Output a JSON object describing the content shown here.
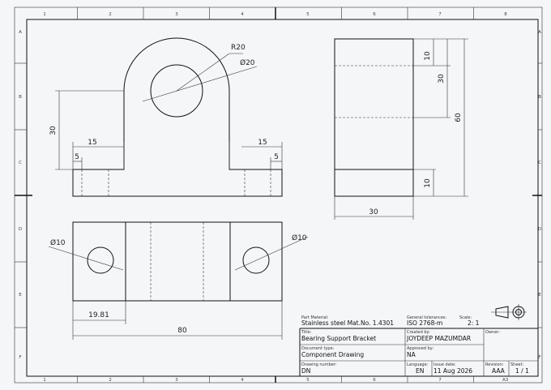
{
  "zones": {
    "columns": [
      "1",
      "2",
      "3",
      "4",
      "5",
      "6",
      "7",
      "8"
    ],
    "rows": [
      "A",
      "B",
      "C",
      "D",
      "E",
      "F"
    ]
  },
  "dimensions": {
    "radius": "R20",
    "hole_dia_front": "Ø20",
    "height_30_front": "30",
    "width_15_left": "15",
    "width_5_left": "5",
    "width_15_right": "15",
    "width_5_right": "5",
    "side_10_top": "10",
    "side_30": "30",
    "side_60": "60",
    "side_10_bottom": "10",
    "side_width_30": "30",
    "hole_dia_left": "Ø10",
    "hole_dia_right": "Ø10",
    "offset_19_81": "19.81",
    "total_80": "80"
  },
  "title_block": {
    "part_material_label": "Part Material:",
    "part_material": "Stainless steel Mat.No. 1.4301",
    "general_tolerances_label": "General tolerances:",
    "general_tolerances": "ISO 2768-m",
    "scale_label": "Scale:",
    "scale": "2: 1",
    "title_label": "Title:",
    "title": "Bearing Support Bracket",
    "created_by_label": "Created by:",
    "created_by": "JOYDEEP MAZUMDAR",
    "owner_label": "Owner:",
    "document_type_label": "Document type:",
    "document_type": "Component Drawing",
    "approved_by_label": "Approved by:",
    "approved_by": "NA",
    "drawing_number_label": "Drawing number:",
    "drawing_number": "DN",
    "language_label": "Language:",
    "language": "EN",
    "issue_date_label": "Issue date:",
    "issue_date": "11 Aug 2026",
    "revision_label": "Revision:",
    "revision": "AAA",
    "sheet_label": "Sheet:",
    "sheet": "1 / 1",
    "paper_size": "A3"
  }
}
